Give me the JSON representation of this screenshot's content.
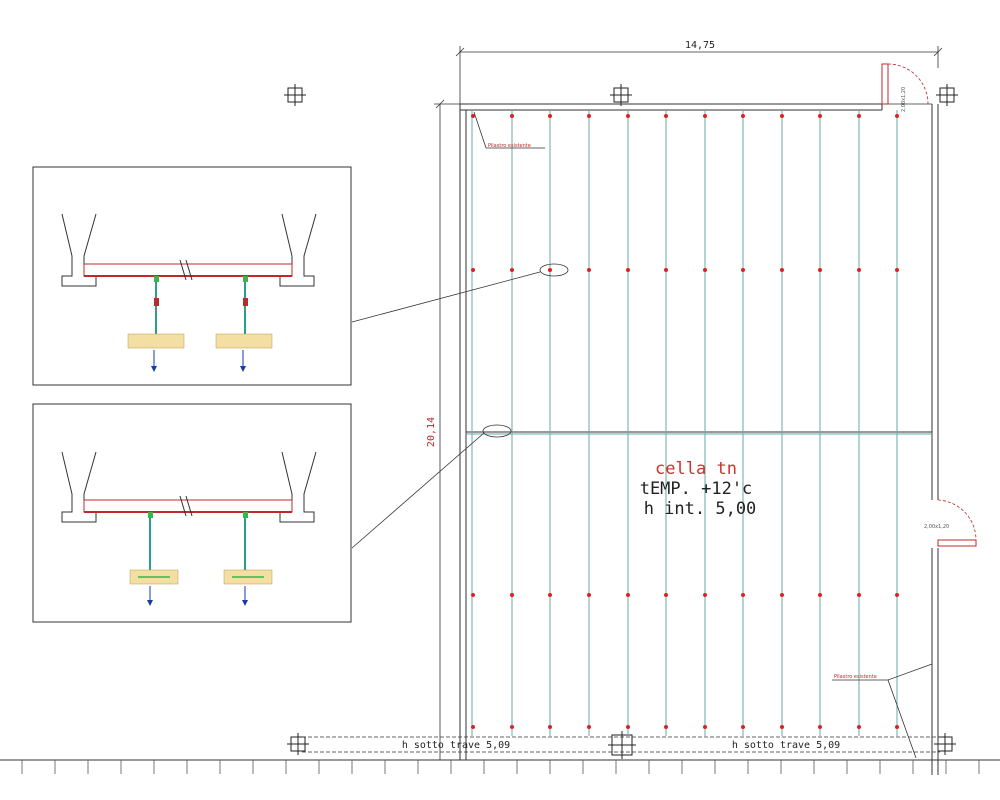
{
  "plan": {
    "width_dim": "14,75",
    "height_dim": "20,14",
    "room": {
      "name": "cella tn",
      "temperature": "tEMP. +12'c",
      "height": "h int. 5,00"
    },
    "beam_left": "h sotto trave 5,09",
    "beam_right": "h sotto trave 5,09",
    "door_top_label": "2,00x1,20",
    "door_right_label": "2,00x1,20",
    "note_top": "Pilastro esistente",
    "note_bottom": "Pilastro esistente"
  }
}
